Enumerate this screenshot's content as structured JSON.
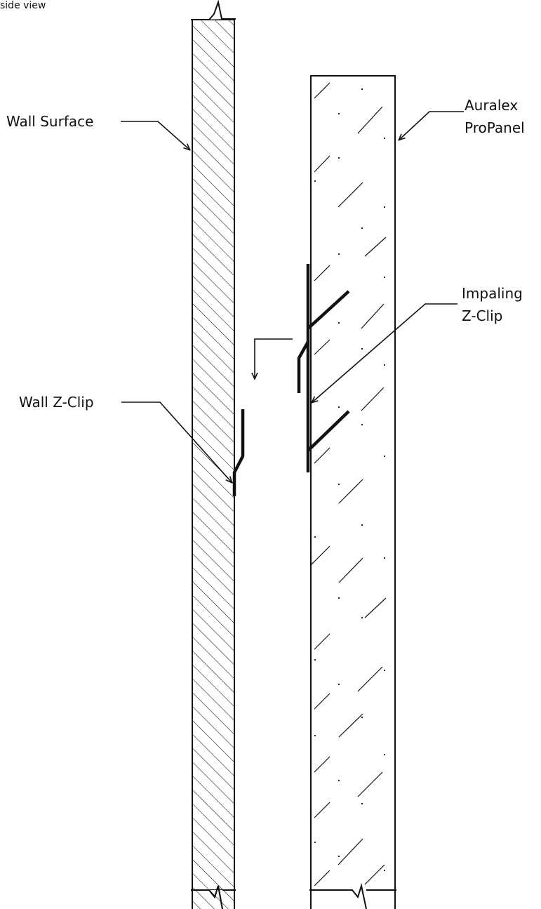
{
  "view_title": "side view",
  "labels": {
    "wall_surface": "Wall Surface",
    "auralex_line1": "Auralex",
    "auralex_line2": "ProPanel",
    "impaling_line1": "Impaling",
    "impaling_line2": "Z-Clip",
    "wall_zclip": "Wall Z-Clip"
  }
}
